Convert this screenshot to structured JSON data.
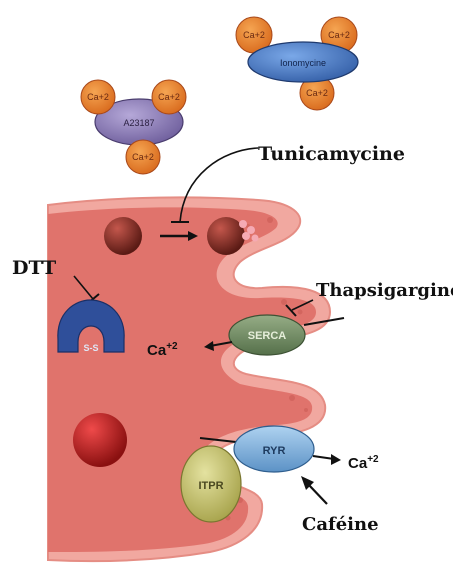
{
  "labels": {
    "tunicamycine": "Tunicamycine",
    "thapsigargine": "Thapsigargine",
    "dtt": "DTT",
    "cafeine": "Caféine",
    "ca_left": "Ca",
    "ca_left_sup": "+2",
    "ca_right": "Ca",
    "ca_right_sup": "+2"
  },
  "ionophores": {
    "a23187": {
      "name": "A23187",
      "ions": [
        "Ca+2",
        "Ca+2",
        "Ca+2"
      ]
    },
    "ionomycine": {
      "name": "Ionomycine",
      "ions": [
        "Ca+2",
        "Ca+2",
        "Ca+2"
      ]
    }
  },
  "proteins": {
    "serca": "SERCA",
    "ryr": "RYR",
    "itpr": "ITPR",
    "disulfide": "S-S"
  },
  "colors": {
    "cytoplasm": "#e8857c",
    "er_lumen": "#c8443e",
    "ca_ion": "#e8862a",
    "ionophore": "#8a78b8",
    "ionomycine": "#4a7ac8",
    "serca": "#6f8a62",
    "ryr": "#7db0dc",
    "itpr": "#c8c46a",
    "dtt_protein": "#2f4f9a"
  }
}
